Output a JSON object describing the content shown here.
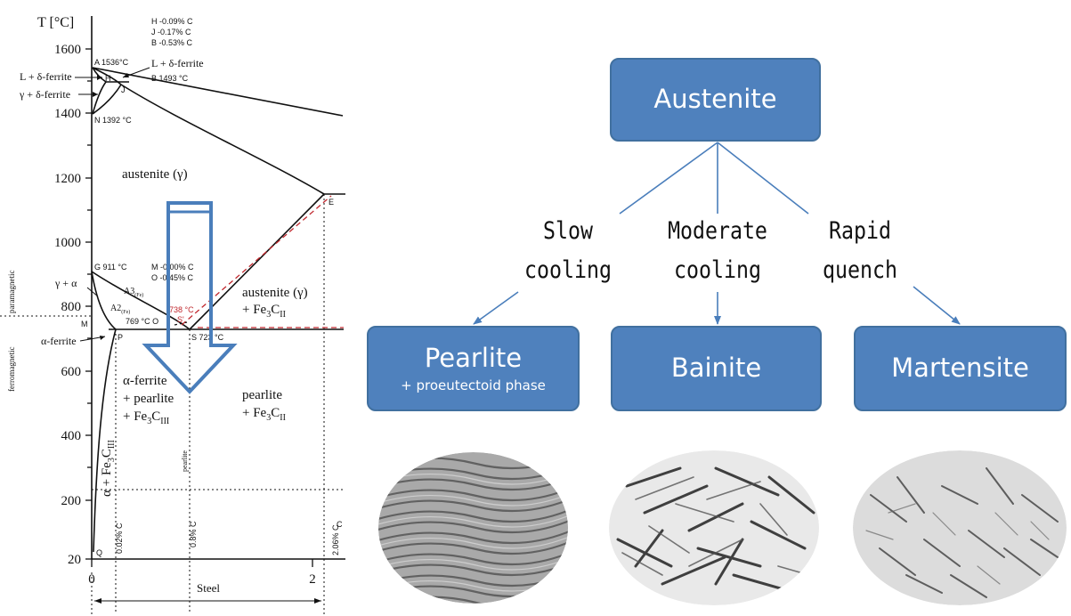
{
  "phase_diagram": {
    "y_axis_label": "T [°C]",
    "y_ticks": [
      "1600",
      "1400",
      "1200",
      "1000",
      "800",
      "600",
      "400",
      "200",
      "20"
    ],
    "x_ticks": [
      "0",
      "2"
    ],
    "x_axis_label": "Steel",
    "composition_legend": [
      "H -0.09%  C",
      "J  -0.17%  C",
      "B -0.53%  C"
    ],
    "mo_legend": [
      "M -0.00%  C",
      "O -0.45%  C"
    ],
    "points": {
      "a": "A 1536°C",
      "b": "B 1493 °C",
      "h": "H",
      "j": "J",
      "n": "N 1392 °C",
      "e": "E",
      "g": "G 911 °C",
      "m": "M",
      "p": "P",
      "s": "S 723 °C",
      "s_prime": "S'",
      "o769": "769 °C O",
      "t738": "738 °C",
      "q": "Q",
      "c": "C"
    },
    "region_labels": {
      "l_delta_left": "L + δ-ferrite",
      "l_delta_right": "L + δ-ferrite",
      "gamma_delta": "γ + δ-ferrite",
      "austenite": "austenite (γ)",
      "gamma_alpha": "γ + α",
      "alpha_ferrite": "α-ferrite",
      "paramagnetic": "paramagnetic",
      "ferromagnetic": "ferromagnetic",
      "austenite_fe3c_line1": "austenite (γ)",
      "austenite_fe3c_line2": "+ Fe",
      "alpha_pearlite_line1": "α-ferrite",
      "alpha_pearlite_line2": "+ pearlite",
      "alpha_pearlite_line3": "+ Fe",
      "pearlite_fe3c_line1": "pearlite",
      "pearlite_fe3c_line2": "+ Fe",
      "alpha_fe3c_vertical": "α + Fe",
      "pearlite_vertical": "pearlite",
      "a3": "A3",
      "a3_sub": "(Fe)",
      "a2": "A2",
      "a2_sub": "(Fe)",
      "sub3": "3",
      "sub_C": "C",
      "sub_II": "II",
      "sub_III": "III"
    },
    "composition_lines": [
      "0.02% C",
      "0.8% C",
      "2.06% C"
    ]
  },
  "flow": {
    "root": "Austenite",
    "paths": [
      {
        "label_line1": "Slow",
        "label_line2": "cooling",
        "result": "Pearlite",
        "result_sub": "+ proeutectoid phase"
      },
      {
        "label_line1": "Moderate",
        "label_line2": "cooling",
        "result": "Bainite",
        "result_sub": ""
      },
      {
        "label_line1": "Rapid",
        "label_line2": "quench",
        "result": "Martensite",
        "result_sub": ""
      }
    ]
  },
  "colors": {
    "box_fill": "#4f81bd",
    "box_border": "#41709f",
    "connector": "#4a7ebb",
    "arrow_outline": "#4a7ebb",
    "dashed_red": "#c0272d"
  }
}
